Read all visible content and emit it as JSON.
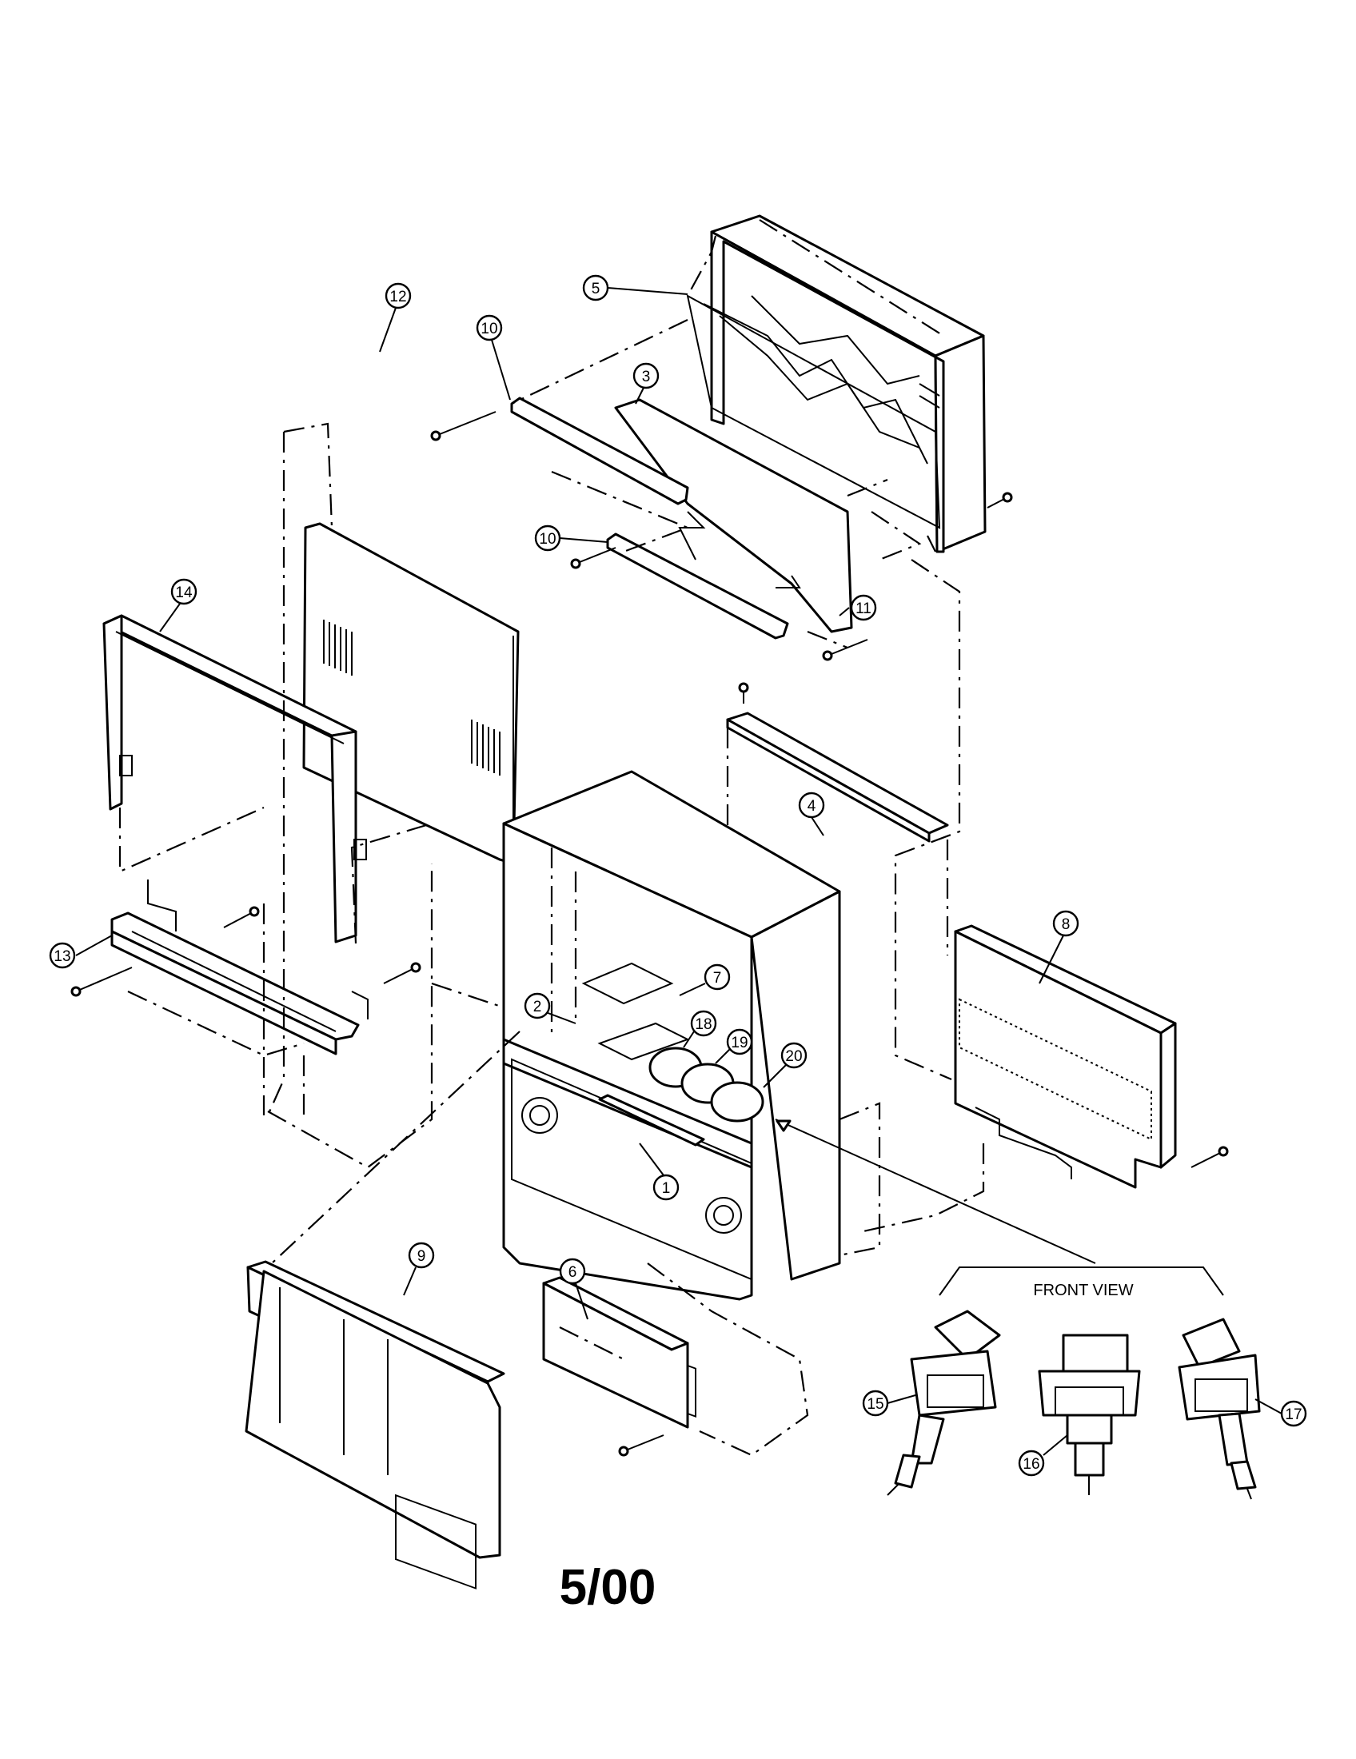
{
  "diagram": {
    "date_label": "5/00",
    "front_view_label": "FRONT VIEW",
    "callouts": [
      "1",
      "2",
      "3",
      "4",
      "5",
      "6",
      "7",
      "8",
      "9",
      "10",
      "10",
      "11",
      "12",
      "13",
      "14",
      "15",
      "16",
      "17",
      "18",
      "19",
      "20"
    ]
  }
}
